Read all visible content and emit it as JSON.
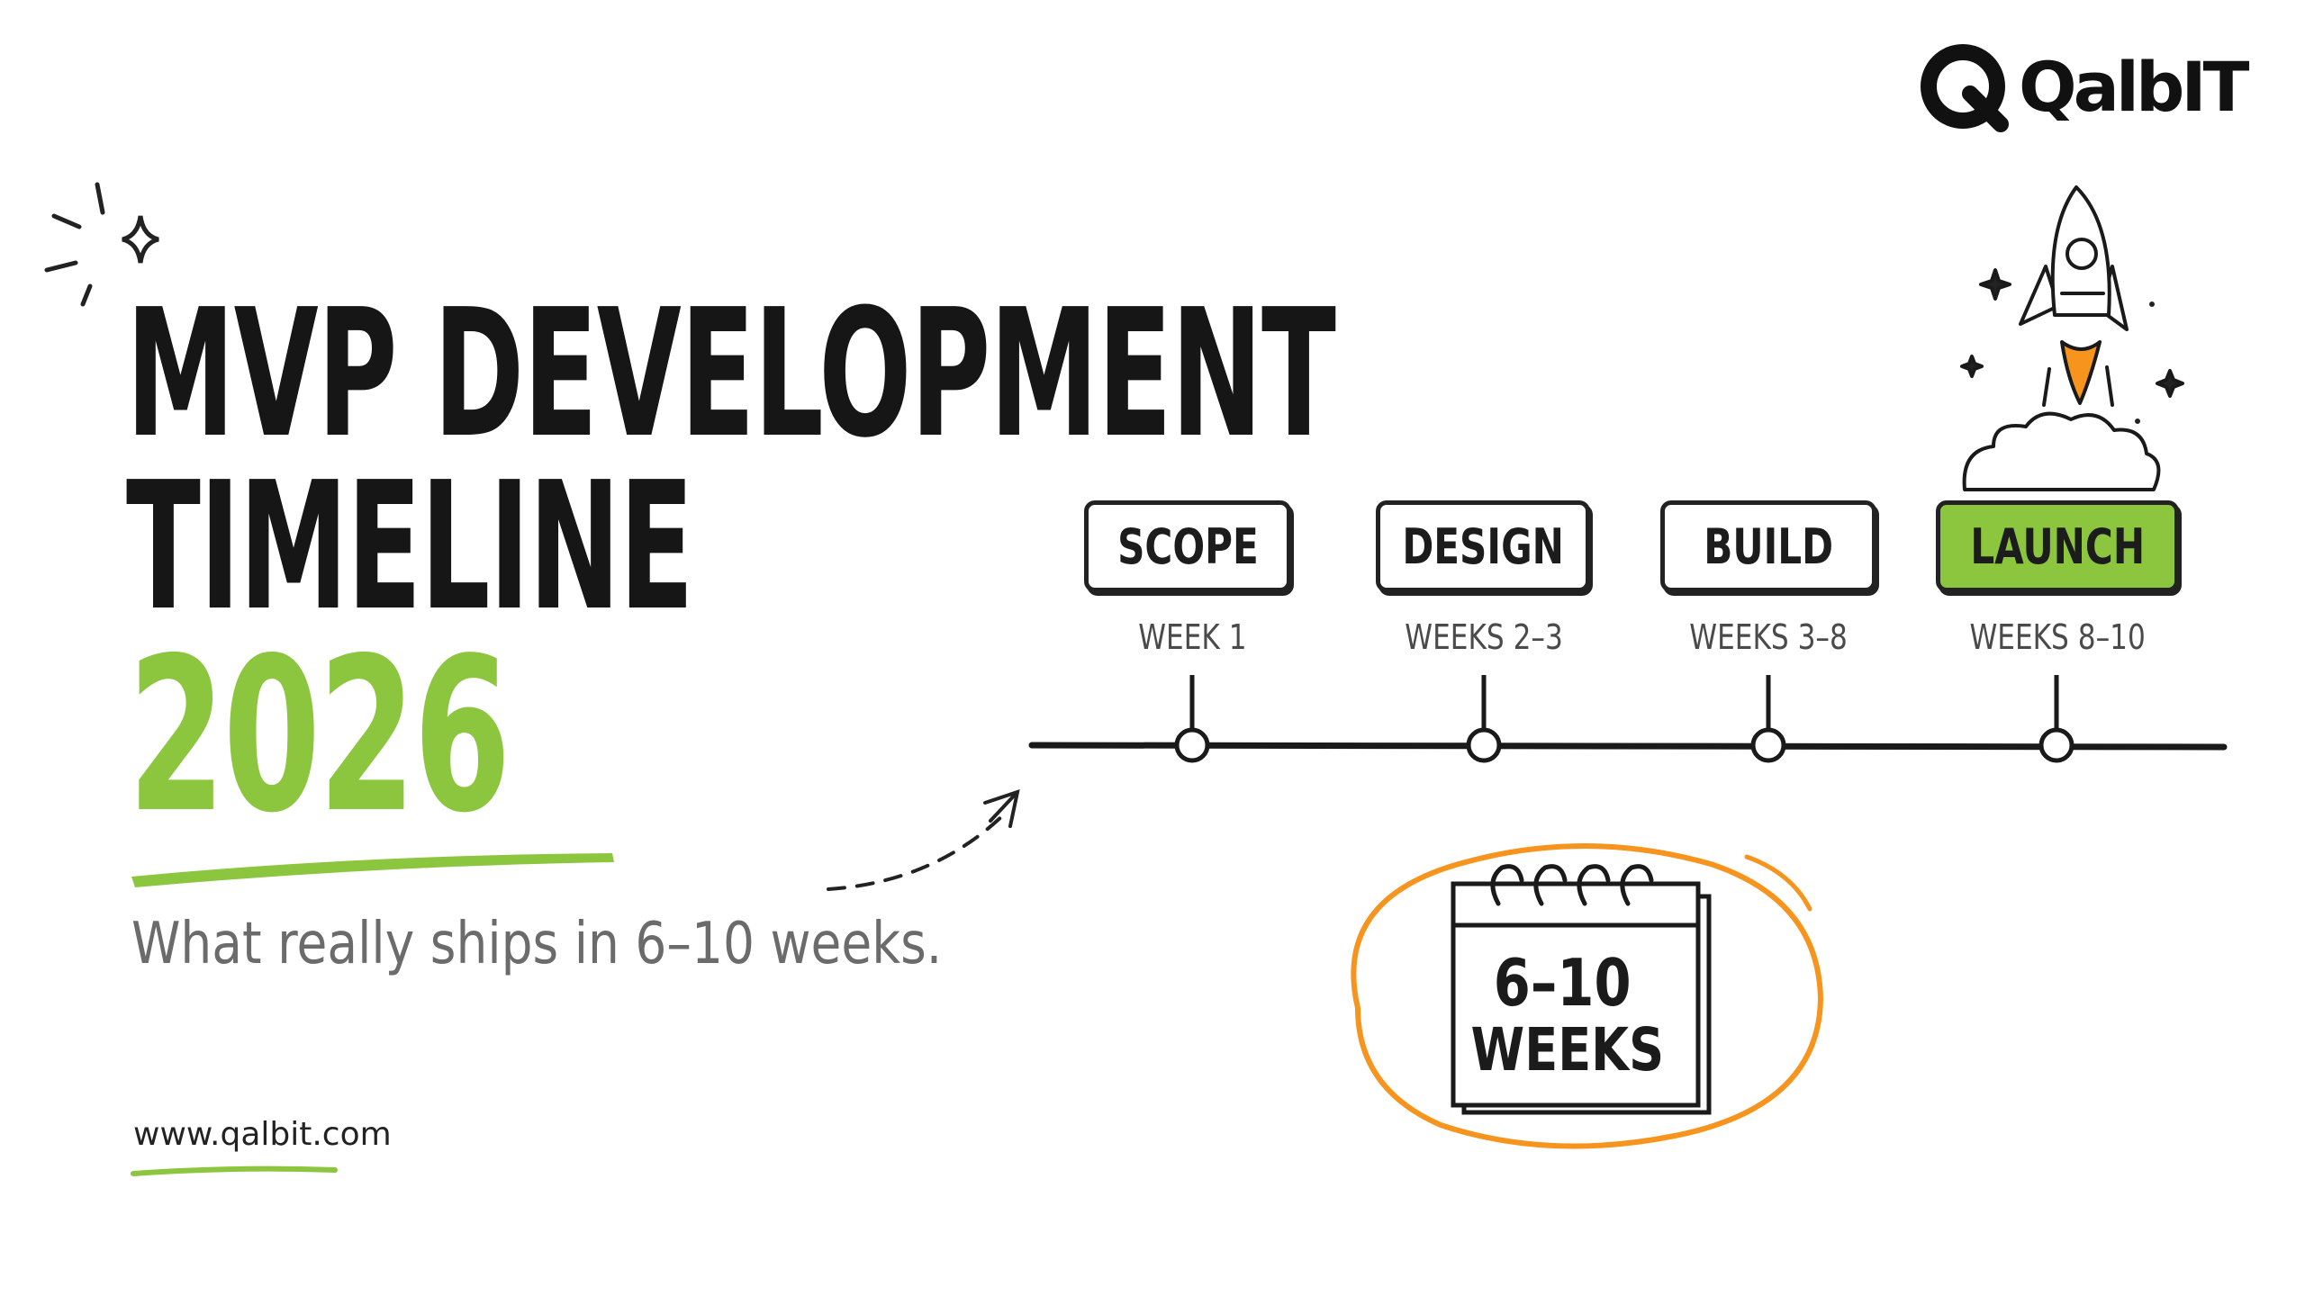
{
  "brand": {
    "logo_text": "QalbIT",
    "accent_green": "#8cc63f",
    "accent_orange": "#f7941d"
  },
  "heading": {
    "line1": "MVP DEVELOPMENT",
    "line2": "TIMELINE",
    "year": "2026"
  },
  "subtitle": "What really ships in 6–10 weeks.",
  "website": "www.qalbit.com",
  "timeline": {
    "stages": [
      {
        "label": "SCOPE",
        "weeks": "WEEK 1",
        "active": false
      },
      {
        "label": "DESIGN",
        "weeks": "WEEKS 2–3",
        "active": false
      },
      {
        "label": "BUILD",
        "weeks": "WEEKS 3–8",
        "active": false
      },
      {
        "label": "LAUNCH",
        "weeks": "WEEKS 8–10",
        "active": true
      }
    ]
  },
  "calendar": {
    "range": "6–10",
    "unit": "WEEKS"
  },
  "icons": [
    "qalbit-logo-icon",
    "sparkle-icon",
    "arrow-icon",
    "rocket-icon",
    "calendar-icon"
  ]
}
